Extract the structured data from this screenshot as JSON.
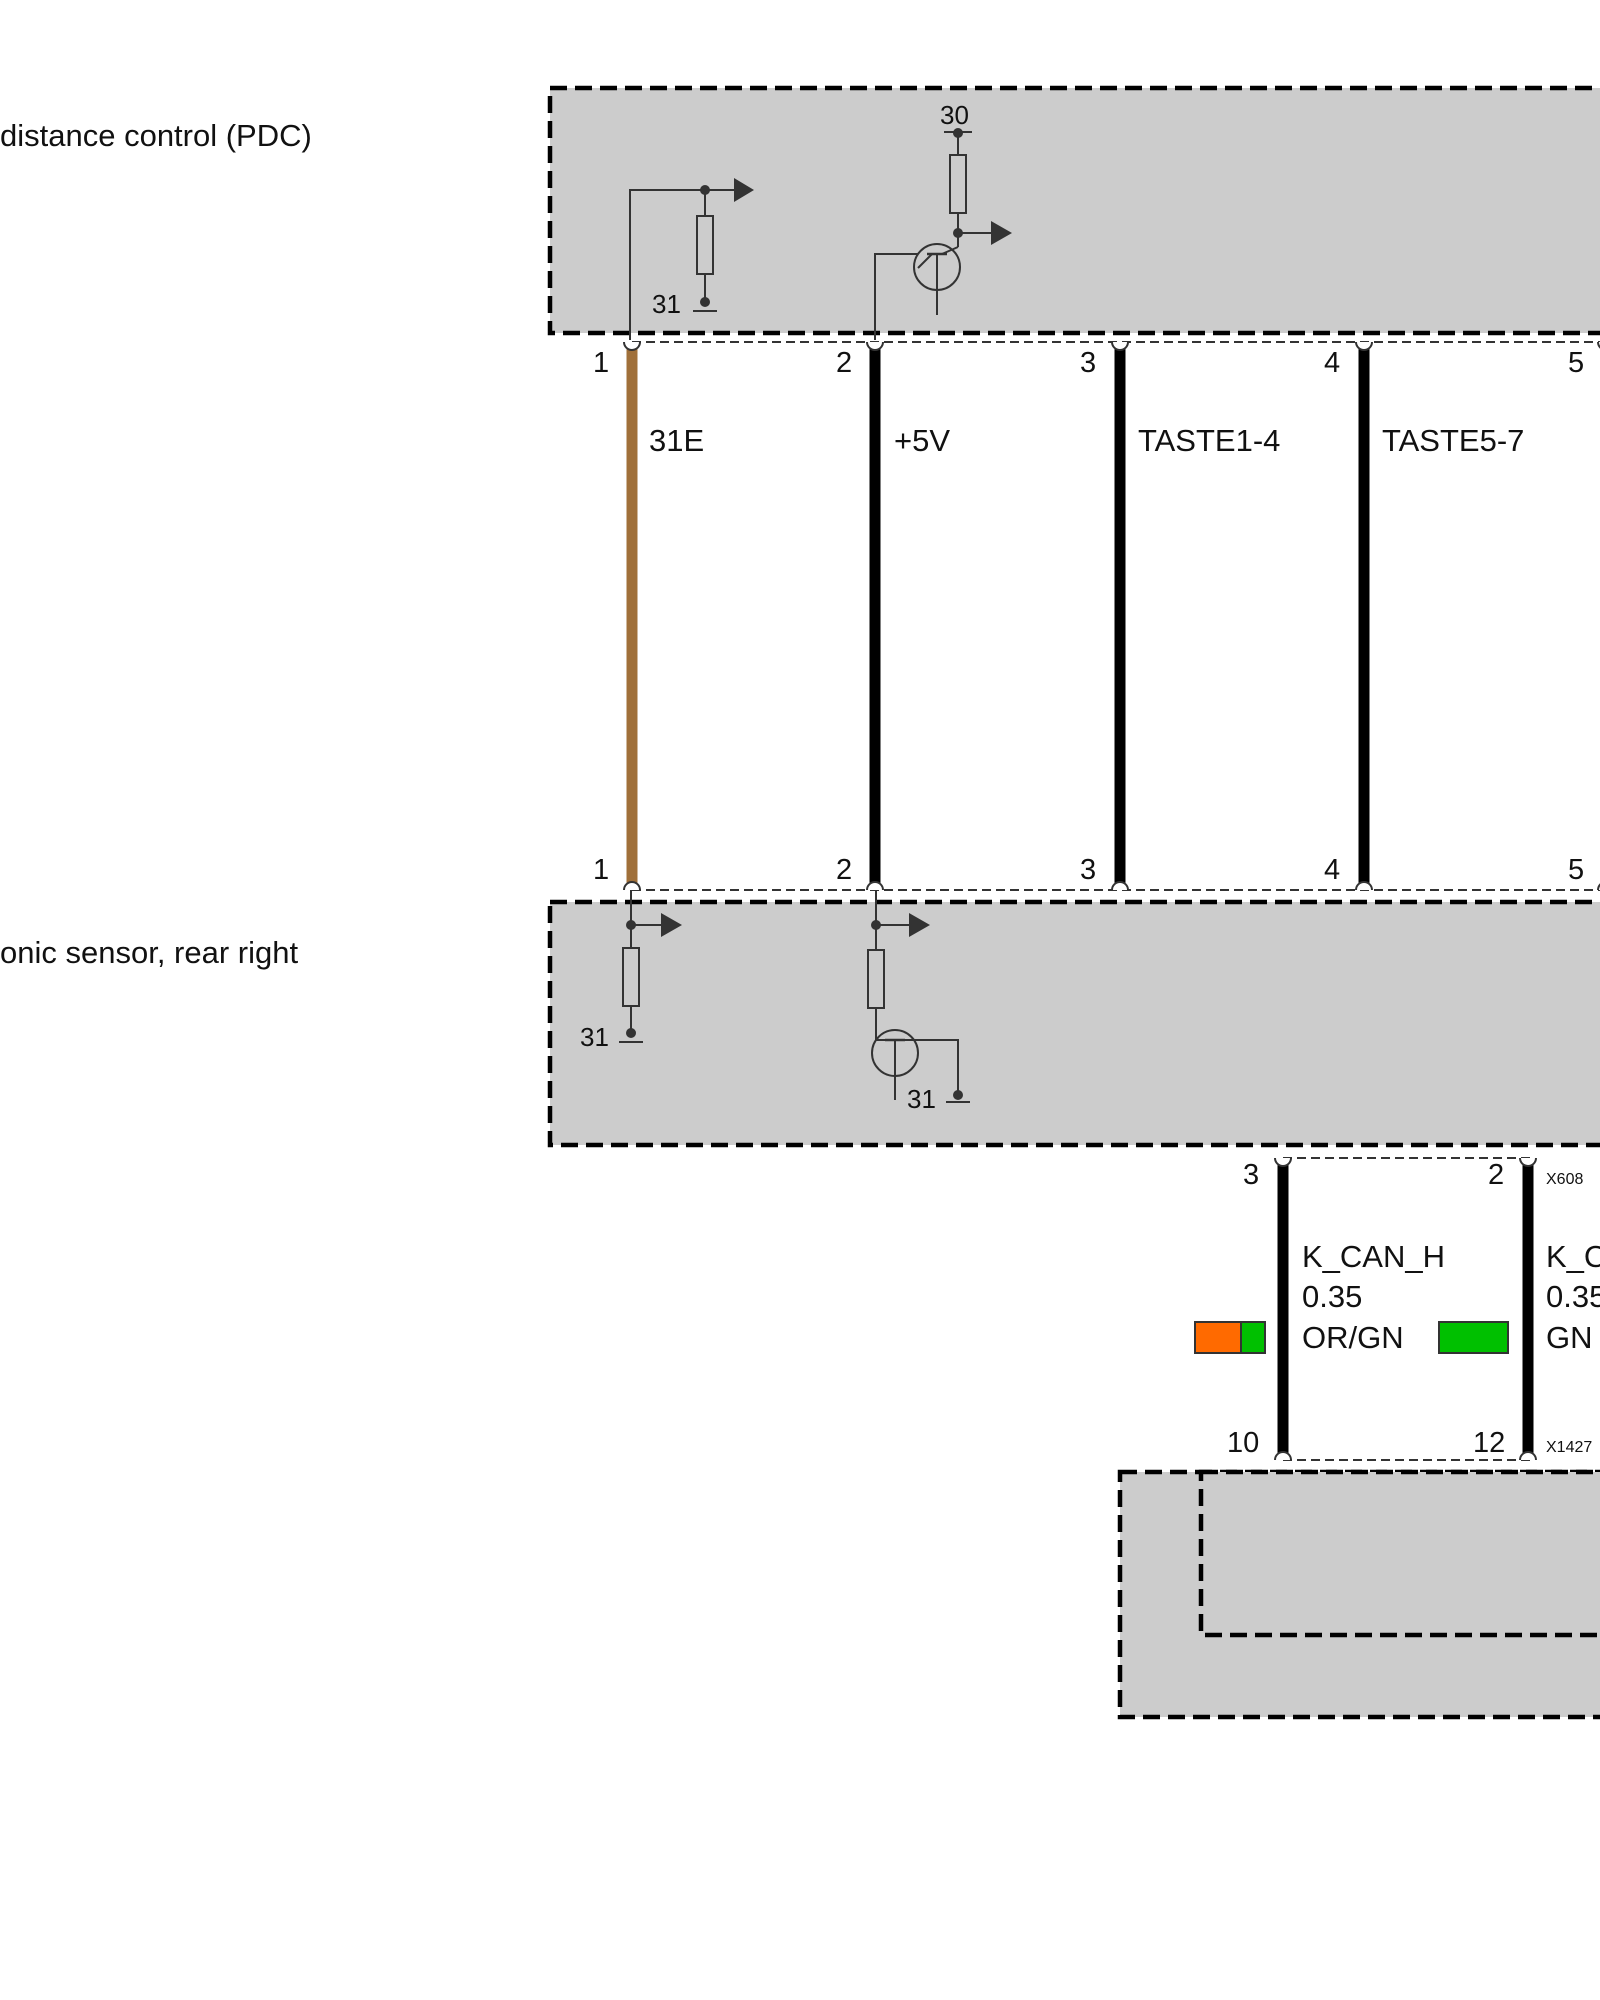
{
  "components": {
    "pdc_module": {
      "label": "distance control (PDC)"
    },
    "sensor_rear_right": {
      "label": "onic sensor, rear right"
    }
  },
  "pdc_circuit": {
    "supply_label": "30",
    "ground_label": "31"
  },
  "sensor_circuit": {
    "ground_label_1": "31",
    "ground_label_2": "31"
  },
  "wires": [
    {
      "pin_top": "1",
      "pin_bottom": "1",
      "signal": "31E",
      "color": "#a0703a"
    },
    {
      "pin_top": "2",
      "pin_bottom": "2",
      "signal": "+5V",
      "color": "#000000"
    },
    {
      "pin_top": "3",
      "pin_bottom": "3",
      "signal": "TASTE1-4",
      "color": "#000000"
    },
    {
      "pin_top": "4",
      "pin_bottom": "4",
      "signal": "TASTE5-7",
      "color": "#000000"
    },
    {
      "pin_top": "5",
      "pin_bottom": "5",
      "signal": "",
      "color": "#000000"
    }
  ],
  "can_wires": [
    {
      "pin_top": "3",
      "pin_bottom": "10",
      "signal": "K_CAN_H",
      "size": "0.35",
      "color_code": "OR/GN",
      "swatch": [
        "#ff6a00",
        "#00c000"
      ]
    },
    {
      "pin_top": "2",
      "pin_bottom": "12",
      "signal": "K_C",
      "size": "0.35",
      "color_code": "GN",
      "swatch": [
        "#00c000"
      ]
    }
  ],
  "connectors": {
    "top": "X608",
    "bottom": "X1427"
  },
  "colors": {
    "box_fill": "#cccccc",
    "wire_brown": "#a0703a",
    "orange": "#ff6a00",
    "green": "#00c000"
  }
}
